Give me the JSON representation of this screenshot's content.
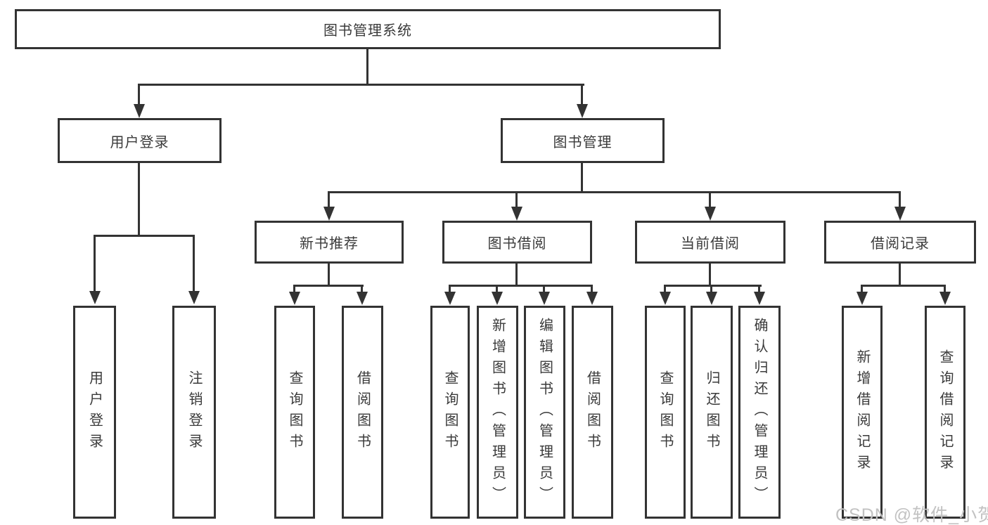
{
  "tree": {
    "label": "图书管理系统",
    "children": [
      {
        "label": "用户登录",
        "children": [
          {
            "label": "用户登录"
          },
          {
            "label": "注销登录"
          }
        ]
      },
      {
        "label": "图书管理",
        "children": [
          {
            "label": "新书推荐",
            "children": [
              {
                "label": "查询图书"
              },
              {
                "label": "借阅图书"
              }
            ]
          },
          {
            "label": "图书借阅",
            "children": [
              {
                "label": "查询图书"
              },
              {
                "label": "新增图书（管理员）"
              },
              {
                "label": "编辑图书（管理员）"
              },
              {
                "label": "借阅图书"
              }
            ]
          },
          {
            "label": "当前借阅",
            "children": [
              {
                "label": "查询图书"
              },
              {
                "label": "归还图书"
              },
              {
                "label": "确认归还（管理员）"
              }
            ]
          },
          {
            "label": "借阅记录",
            "children": [
              {
                "label": "新增借阅记录"
              },
              {
                "label": "查询借阅记录"
              }
            ]
          }
        ]
      }
    ]
  },
  "watermark": {
    "text": "CSDN @软件_小贺同学",
    "color": "#c2c2c2"
  },
  "colors": {
    "line": "#333333",
    "text": "#3a3a3a",
    "background": "#ffffff"
  }
}
